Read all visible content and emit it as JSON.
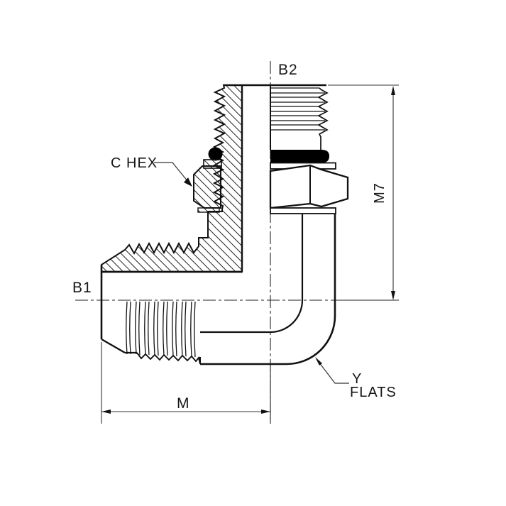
{
  "drawing": {
    "type": "engineering-cross-section",
    "subject": "90-degree elbow hydraulic adapter fitting, half-section view",
    "labels": {
      "port_top": "B2",
      "port_side": "B1",
      "hex": "C HEX",
      "height_dim": "M7",
      "length_dim": "M",
      "flats_line1": "Y",
      "flats_line2": "FLATS"
    },
    "colors": {
      "line": "#111111",
      "o_ring": "#000000",
      "background": "#ffffff"
    }
  }
}
